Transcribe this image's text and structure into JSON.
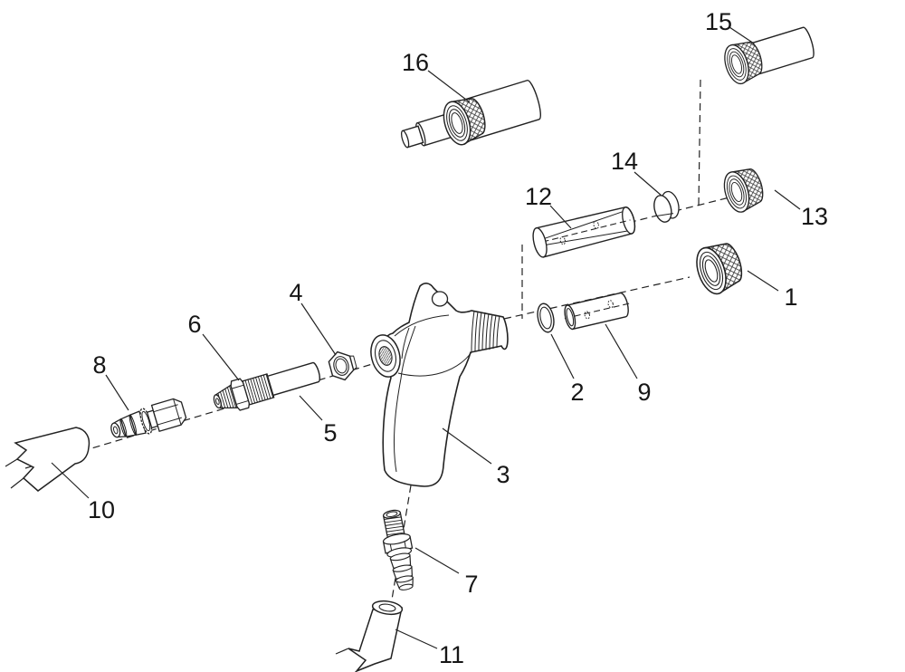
{
  "diagram": {
    "title": "exploded-parts-diagram",
    "colors": {
      "background": "#ffffff",
      "line": "#222222",
      "label": "#161616"
    },
    "labels": {
      "p1": "1",
      "p2": "2",
      "p3": "3",
      "p4": "4",
      "p5": "5",
      "p6": "6",
      "p7": "7",
      "p8": "8",
      "p9": "9",
      "p10": "10",
      "p11": "11",
      "p12": "12",
      "p13": "13",
      "p14": "14",
      "p15": "15",
      "p16": "16"
    }
  }
}
